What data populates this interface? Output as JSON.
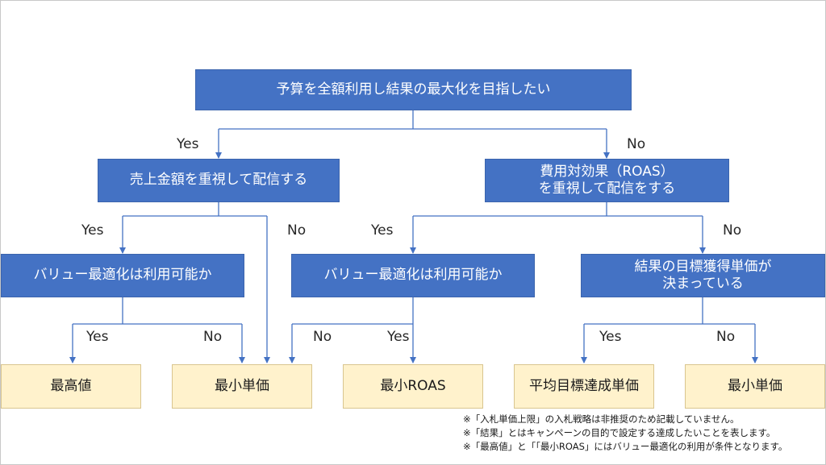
{
  "nodes": {
    "root": "予算を全額利用し結果の最大化を目指したい",
    "sales": "売上金額を重視して配信する",
    "roas_focus": "費用対効果（ROAS）\nを重視して配信をする",
    "value_opt_left": "バリュー最適化は利用可能か",
    "value_opt_mid": "バリュー最適化は利用可能か",
    "target_cpa_q": "結果の目標獲得単価が\n決まっている",
    "leaf_highest": "最高値",
    "leaf_lowest_1": "最小単価",
    "leaf_min_roas": "最小ROAS",
    "leaf_avg_target": "平均目標達成単価",
    "leaf_lowest_2": "最小単価"
  },
  "labels": {
    "yes": "Yes",
    "no": "No"
  },
  "notes": [
    "※「入札単価上限」の入札戦略は非推奨のため記載していません。",
    "※「結果」とはキャンペーンの目的で設定する達成したいことを表します。",
    "※「最高値」と「「最小ROAS」にはバリュー最適化の利用が条件となります。"
  ],
  "colors": {
    "decision_fill": "#4472c4",
    "leaf_fill": "#fff2cc",
    "connector": "#4472c4"
  }
}
